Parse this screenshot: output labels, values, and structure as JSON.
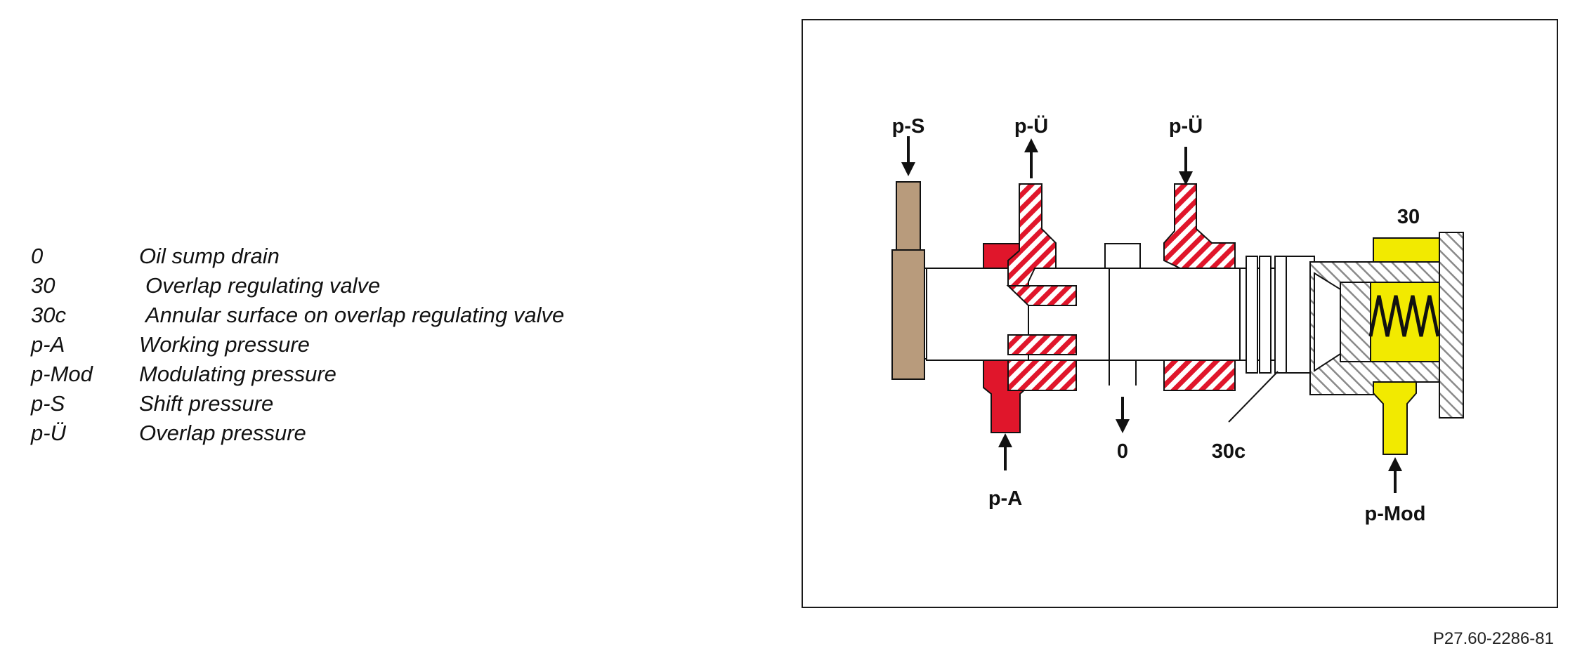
{
  "legend": [
    {
      "key": "0",
      "desc": "Oil sump drain"
    },
    {
      "key": "30",
      "desc": "Overlap regulating valve"
    },
    {
      "key": "30c",
      "desc": "Annular surface on overlap regulating valve"
    },
    {
      "key": "p-A",
      "desc": "Working pressure"
    },
    {
      "key": "p-Mod",
      "desc": "Modulating pressure"
    },
    {
      "key": "p-S",
      "desc": "Shift pressure"
    },
    {
      "key": "p-Ü",
      "desc": "Overlap pressure"
    }
  ],
  "diagram": {
    "labels": {
      "p_s": "p-S",
      "p_u_left": "p-Ü",
      "p_u_right": "p-Ü",
      "valve": "30",
      "drain": "0",
      "annular": "30c",
      "p_a": "p-A",
      "p_mod": "p-Mod"
    },
    "colors": {
      "shift_pressure": "#b89b7c",
      "working_pressure": "#e0162b",
      "overlap_pressure": "#e0162b",
      "modulating_pressure": "#f2ea00",
      "hatch": "#8a8a8a",
      "line": "#111111"
    }
  },
  "reference": "P27.60-2286-81"
}
